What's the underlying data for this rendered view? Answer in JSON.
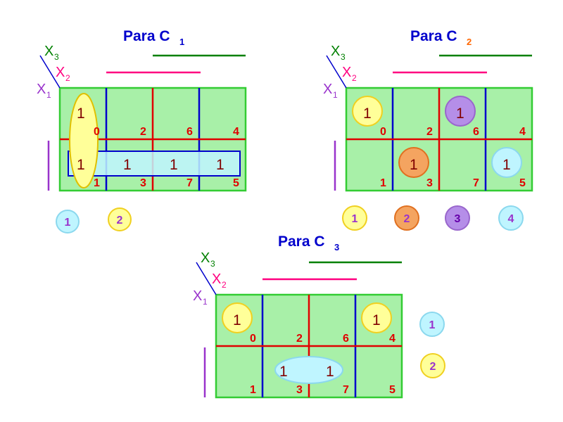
{
  "colors": {
    "cell_fill": "#a8f0a8",
    "border": "#33cc33",
    "x1": "#9933cc",
    "x2": "#ff0080",
    "x3": "#008000",
    "inner_vertical": "#0000cc",
    "inner_horizontal": "#e00000",
    "index": "#e00000",
    "one": "#800000",
    "title": "#0000cc",
    "group_yellow": "#ffff99",
    "group_cyan": "#bff5ff",
    "group_orange": "#f4a460",
    "group_purple": "#b58ee8"
  },
  "maps": [
    {
      "title_main": "Para C",
      "title_sub": "1",
      "title_sub_color": "#0000cc",
      "vars": {
        "x1": "X",
        "x1_sub": "1",
        "x2": "X",
        "x2_sub": "2",
        "x3": "X",
        "x3_sub": "3"
      },
      "index_rows": [
        [
          "0",
          "2",
          "6",
          "4"
        ],
        [
          "1",
          "3",
          "7",
          "5"
        ]
      ],
      "ones": [
        {
          "cell": "0",
          "text": "1"
        },
        {
          "cell": "1",
          "text": "1"
        },
        {
          "cell": "3",
          "text": "1"
        },
        {
          "cell": "7",
          "text": "1"
        },
        {
          "cell": "5",
          "text": "1"
        }
      ],
      "groups": [
        {
          "label": "1",
          "shape": "rect",
          "color": "#bff5ff",
          "stroke": "#0000cc",
          "cells": [
            "1",
            "3",
            "7",
            "5"
          ]
        },
        {
          "label": "2",
          "shape": "ellipse",
          "color": "#ffff99",
          "stroke": "#e0c000",
          "cells": [
            "0",
            "1"
          ]
        }
      ],
      "legend": [
        {
          "label": "1",
          "color": "#bff5ff",
          "stroke": "#8bd8ee",
          "text_color": "#9933cc"
        },
        {
          "label": "2",
          "color": "#ffff99",
          "stroke": "#f0d020",
          "text_color": "#9933cc"
        }
      ]
    },
    {
      "title_main": "Para C",
      "title_sub": "2",
      "title_sub_color": "#ff6600",
      "vars": {
        "x1": "X",
        "x1_sub": "1",
        "x2": "X",
        "x2_sub": "2",
        "x3": "X",
        "x3_sub": "3"
      },
      "index_rows": [
        [
          "0",
          "2",
          "6",
          "4"
        ],
        [
          "1",
          "3",
          "7",
          "5"
        ]
      ],
      "ones": [
        {
          "cell": "0",
          "text": "1"
        },
        {
          "cell": "6",
          "text": "1"
        },
        {
          "cell": "3",
          "text": "1"
        },
        {
          "cell": "5",
          "text": "1"
        }
      ],
      "groups": [
        {
          "label": "1",
          "shape": "circle",
          "color": "#ffff99",
          "stroke": "#f0d020",
          "cells": [
            "0"
          ]
        },
        {
          "label": "2",
          "shape": "circle",
          "color": "#f4a460",
          "stroke": "#e07020",
          "cells": [
            "3"
          ]
        },
        {
          "label": "3",
          "shape": "circle",
          "color": "#b58ee8",
          "stroke": "#9966cc",
          "cells": [
            "6"
          ]
        },
        {
          "label": "4",
          "shape": "circle",
          "color": "#bff5ff",
          "stroke": "#8bd8ee",
          "cells": [
            "5"
          ]
        }
      ],
      "legend": [
        {
          "label": "1",
          "color": "#ffff99",
          "stroke": "#f0d020",
          "text_color": "#9933cc"
        },
        {
          "label": "2",
          "color": "#f4a460",
          "stroke": "#e07020",
          "text_color": "#9933cc"
        },
        {
          "label": "3",
          "color": "#b58ee8",
          "stroke": "#9966cc",
          "text_color": "#6600aa"
        },
        {
          "label": "4",
          "color": "#bff5ff",
          "stroke": "#8bd8ee",
          "text_color": "#9933cc"
        }
      ]
    },
    {
      "title_main": "Para C",
      "title_sub": "3",
      "title_sub_color": "#0000cc",
      "vars": {
        "x1": "X",
        "x1_sub": "1",
        "x2": "X",
        "x2_sub": "2",
        "x3": "X",
        "x3_sub": "3"
      },
      "index_rows": [
        [
          "0",
          "2",
          "6",
          "4"
        ],
        [
          "1",
          "3",
          "7",
          "5"
        ]
      ],
      "ones": [
        {
          "cell": "0",
          "text": "1"
        },
        {
          "cell": "4",
          "text": "1"
        },
        {
          "cell": "3",
          "text": "1"
        },
        {
          "cell": "7",
          "text": "1"
        }
      ],
      "groups": [
        {
          "label": "1",
          "shape": "ellipse",
          "color": "#bff5ff",
          "stroke": "#8bd8ee",
          "cells": [
            "3",
            "7"
          ]
        },
        {
          "label": "2",
          "shape": "circle",
          "color": "#ffff99",
          "stroke": "#f0d020",
          "cells": [
            "0"
          ]
        },
        {
          "label": "2",
          "shape": "circle",
          "color": "#ffff99",
          "stroke": "#f0d020",
          "cells": [
            "4"
          ]
        }
      ],
      "legend": [
        {
          "label": "1",
          "color": "#bff5ff",
          "stroke": "#8bd8ee",
          "text_color": "#9933cc"
        },
        {
          "label": "2",
          "color": "#ffff99",
          "stroke": "#f0d020",
          "text_color": "#9933cc"
        }
      ]
    }
  ]
}
